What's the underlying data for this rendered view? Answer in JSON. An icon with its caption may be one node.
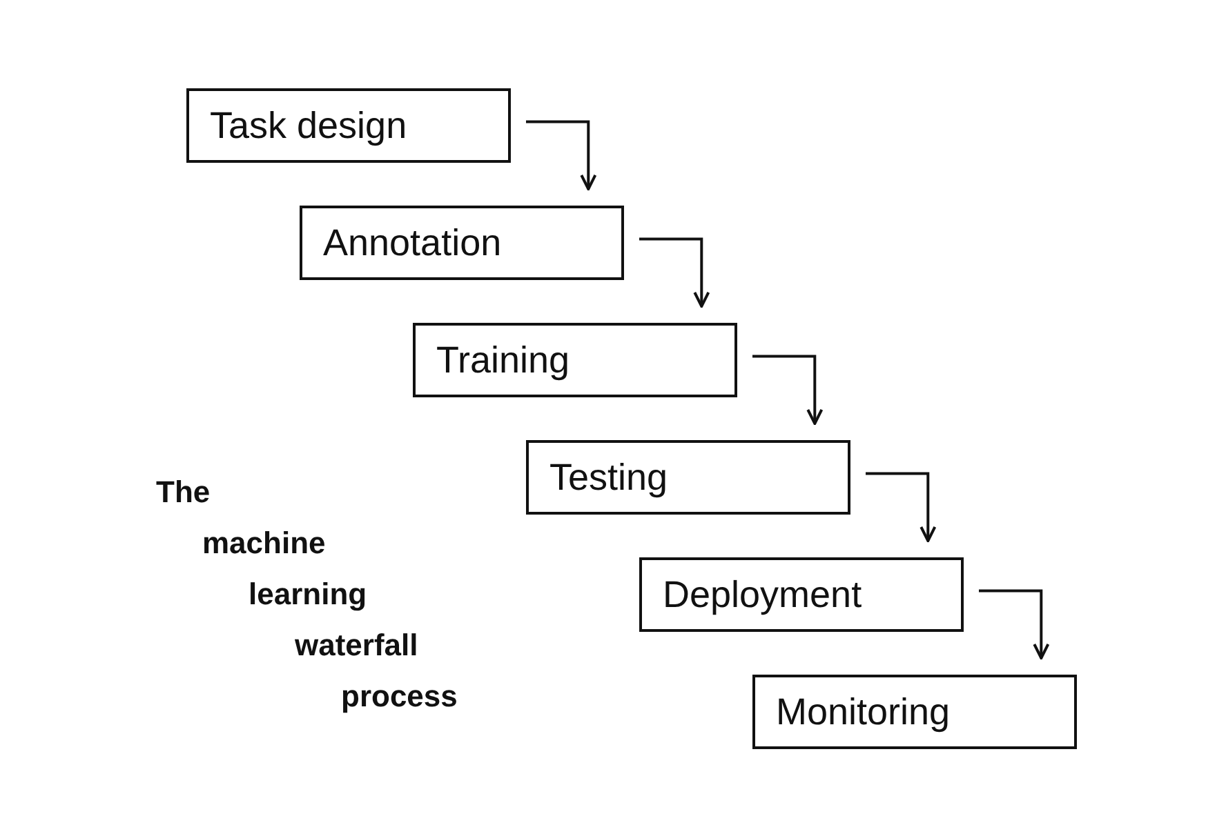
{
  "diagram": {
    "title": "The machine learning waterfall process",
    "nodes": [
      {
        "text": [
          "Task design"
        ]
      },
      {
        "text": [
          "Annotation"
        ]
      },
      {
        "text": [
          "Training"
        ]
      },
      {
        "text": [
          "Testing"
        ]
      },
      {
        "text": [
          "Deployment"
        ]
      },
      {
        "text": [
          "Monitoring"
        ]
      }
    ],
    "edges": [
      {
        "from": 0,
        "to": 1,
        "arrow": "to"
      },
      {
        "from": 1,
        "to": 2,
        "arrow": "to"
      },
      {
        "from": 2,
        "to": 3,
        "arrow": "to"
      },
      {
        "from": 3,
        "to": 4,
        "arrow": "to"
      },
      {
        "from": 4,
        "to": 5,
        "arrow": "to"
      }
    ]
  }
}
